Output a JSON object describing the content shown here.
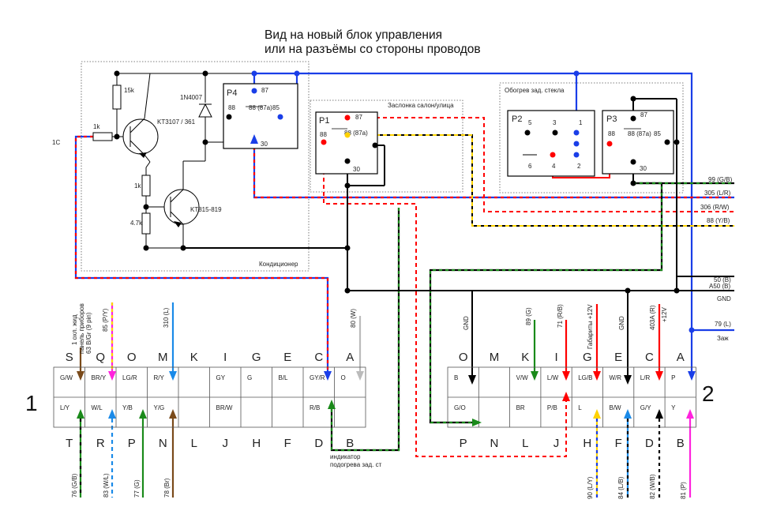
{
  "title": {
    "line1": "Вид на новый блок управления",
    "line2": "или на разъёмы со стороны проводов"
  },
  "colors": {
    "blue": "#1a3ee8",
    "red": "#ff0000",
    "yellow": "#ffd200",
    "green": "#1a8a1a",
    "black": "#000000",
    "grey": "#bbbbbb",
    "magenta": "#ff22dd",
    "brown": "#7a4a1a",
    "light_blue": "#1a8ae8"
  },
  "boxes": {
    "conditioner": "Кондиционер",
    "damper": "Заслонка салон/улица",
    "rear_heater": "Обогрев зад. стекла"
  },
  "components": {
    "r15k": "15k",
    "r1k_a": "1k",
    "r1k_b": "1k",
    "r47k": "4.7k",
    "diode": "1N4007",
    "q1": "KT3107 / 361",
    "q2": "KT815-819",
    "input_1c": "1С"
  },
  "relays": {
    "p4": {
      "name": "P4",
      "p87": "87",
      "p88": "88",
      "p88a": "88 (87a)",
      "p85": "85",
      "p30": "30"
    },
    "p1": {
      "name": "P1",
      "p87": "87",
      "p88": "88",
      "p88a": "88 (87a)",
      "p30": "30"
    },
    "p2": {
      "name": "P2",
      "p5": "5",
      "p3": "3",
      "p1": "1",
      "p6": "6",
      "p4": "4",
      "p2": "2"
    },
    "p3": {
      "name": "P3",
      "p87": "87",
      "p88": "88",
      "p88a": "88 (87a)",
      "p85": "85",
      "p30": "30"
    }
  },
  "wires_right": {
    "w99": "99 (G/B)",
    "w305": "305 (L/R)",
    "w306": "306 (R/W)",
    "w88": "88 (Y/B)",
    "w50": "50 (B)",
    "wA50": "A50 (B)",
    "gnd": "GND",
    "w79": "79 (L)",
    "zazh": "Заж"
  },
  "connector1": {
    "number": "1",
    "top_letters": [
      "S",
      "Q",
      "O",
      "M",
      "K",
      "I",
      "G",
      "E",
      "C",
      "A"
    ],
    "bottom_letters": [
      "T",
      "R",
      "P",
      "N",
      "L",
      "J",
      "H",
      "F",
      "D",
      "B"
    ],
    "top_cells": [
      "G/W",
      "BR/Y",
      "LG/R",
      "R/Y",
      "",
      "GY",
      "G",
      "B/L",
      "GY/R",
      "O"
    ],
    "bottom_cells": [
      "L/Y",
      "W/L",
      "Y/B",
      "Y/G",
      "",
      "BR/W",
      "",
      "",
      "R/B",
      ""
    ],
    "top_wire_labels": [
      "1 охл. жид\nпанель приборов\n63 B/Gr (9 pin)",
      "85 (P/Y)",
      "",
      "310 (L)",
      "",
      "",
      "",
      "",
      "",
      "80 (W)"
    ],
    "bottom_wire_labels": [
      "76 (G/B)",
      "83 (W/L)",
      "77 (G)",
      "78 (Br)"
    ],
    "indicator": "индикатор\nподогрева зад. ст"
  },
  "connector2": {
    "number": "2",
    "top_letters": [
      "O",
      "M",
      "K",
      "I",
      "G",
      "E",
      "C",
      "A"
    ],
    "bottom_letters": [
      "P",
      "N",
      "L",
      "J",
      "H",
      "F",
      "D",
      "B"
    ],
    "top_cells": [
      "B",
      "",
      "V/W",
      "L/W",
      "LG/B",
      "W/R",
      "L/R",
      "P"
    ],
    "bottom_cells": [
      "G/O",
      "",
      "BR",
      "P/B",
      "L",
      "B/W",
      "G/Y",
      "Y"
    ],
    "top_wire_labels": [
      "GND",
      "",
      "89 (G)",
      "71 (R/B)",
      "Габариты +12V",
      "GND",
      "403A (R)",
      "+12V"
    ],
    "bottom_wire_labels": [
      "90 (L/Y)",
      "84 (L/B)",
      "82 (W/B)",
      "81 (P)"
    ]
  }
}
